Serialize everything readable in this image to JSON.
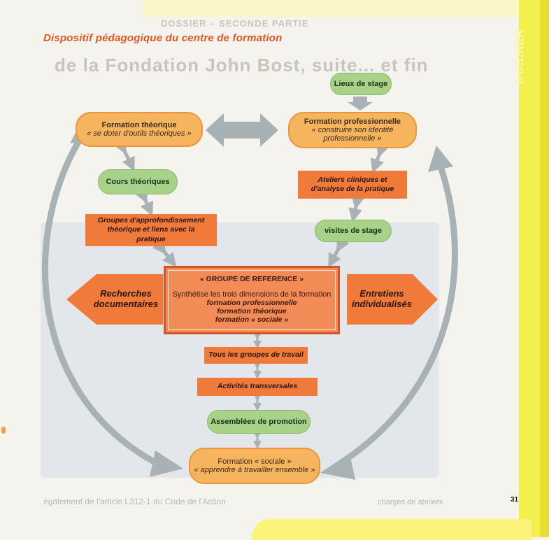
{
  "page": {
    "header_ghost": "DOSSIER – SECONDE PARTIE",
    "side_tab": "DOSSIER",
    "page_number": "31",
    "title": "Dispositif pédagogique du centre de formation",
    "ghost_title": "de la Fondation John Bost, suite... et fin",
    "footer_ghost_left": "également de l'article L312-1 du Code de l'Action",
    "footer_ghost_right": "charges de ateliers"
  },
  "diagram": {
    "lieux_de_stage": "Lieux de stage",
    "formation_theorique": {
      "title": "Formation théorique",
      "subtitle": "« se doter d'outils théoriques »"
    },
    "formation_professionnelle": {
      "title": "Formation professionnelle",
      "subtitle": "« construire son identité professionnelle »"
    },
    "cours_theoriques": "Cours théoriques",
    "ateliers": "Ateliers cliniques et d'analyse de la pratique",
    "groupes_approfondissement": "Groupes d'approfondissement théorique et liens avec la pratique",
    "visites_de_stage": "visites de stage",
    "groupe_reference": {
      "title": "« GROUPE DE REFERENCE »",
      "line1": "Synthétise les trois dimensions de la formation",
      "line2": "formation professionnelle",
      "line3": "formation théorique",
      "line4": "formation « sociale »"
    },
    "recherches": "Recherches documentaires",
    "entretiens": "Entretiens individualisés",
    "groupes_travail": "Tous les groupes de travail",
    "activites": "Activités transversales",
    "assemblees": "Assemblées de promotion",
    "formation_sociale": {
      "title": "Formation « sociale »",
      "subtitle": "« apprendre à travailler ensemble »"
    }
  },
  "colors": {
    "orange_pill": "#f6b45e",
    "orange_rect": "#ef7a3a",
    "green_pill": "#a8d28a",
    "title_red": "#e0561f",
    "arrow_gray": "#a8b2b5"
  }
}
